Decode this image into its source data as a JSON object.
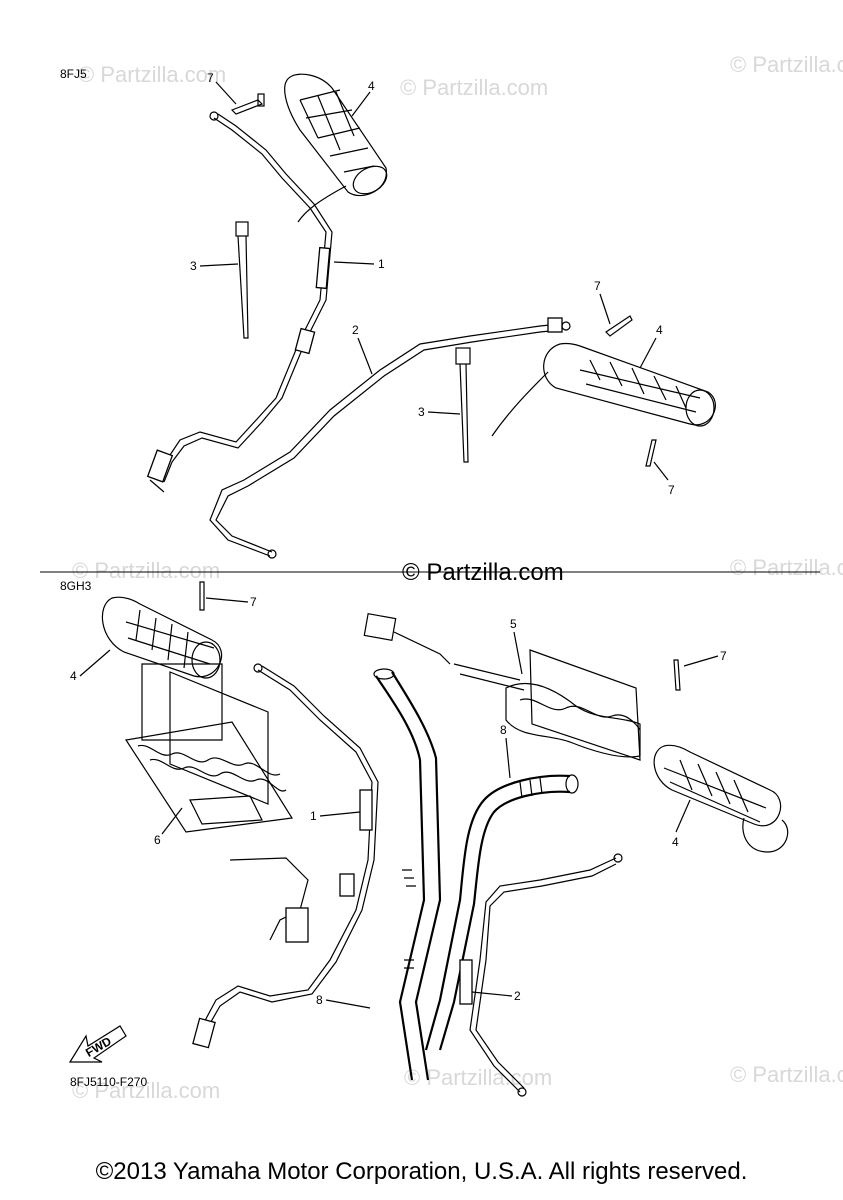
{
  "sections": [
    {
      "code": "8FJ5"
    },
    {
      "code": "8GH3"
    }
  ],
  "diagram_code": "8FJ5110-F270",
  "fwd_label": "FWD",
  "watermark": "© Partzilla.com",
  "center_watermark": "© Partzilla.com",
  "copyright": "©2013 Yamaha Motor Corporation, U.S.A. All rights reserved.",
  "callouts": {
    "top": [
      "7",
      "4",
      "3",
      "1",
      "2",
      "7",
      "4",
      "3",
      "7"
    ],
    "bottom": [
      "7",
      "4",
      "5",
      "7",
      "8",
      "6",
      "1",
      "4",
      "8",
      "2"
    ]
  },
  "icons": [
    "grip-icon",
    "cable-icon",
    "cable-tie-icon",
    "rivet-icon",
    "heater-element-icon",
    "handlebar-tube-icon",
    "connector-icon",
    "fwd-arrow-icon"
  ]
}
